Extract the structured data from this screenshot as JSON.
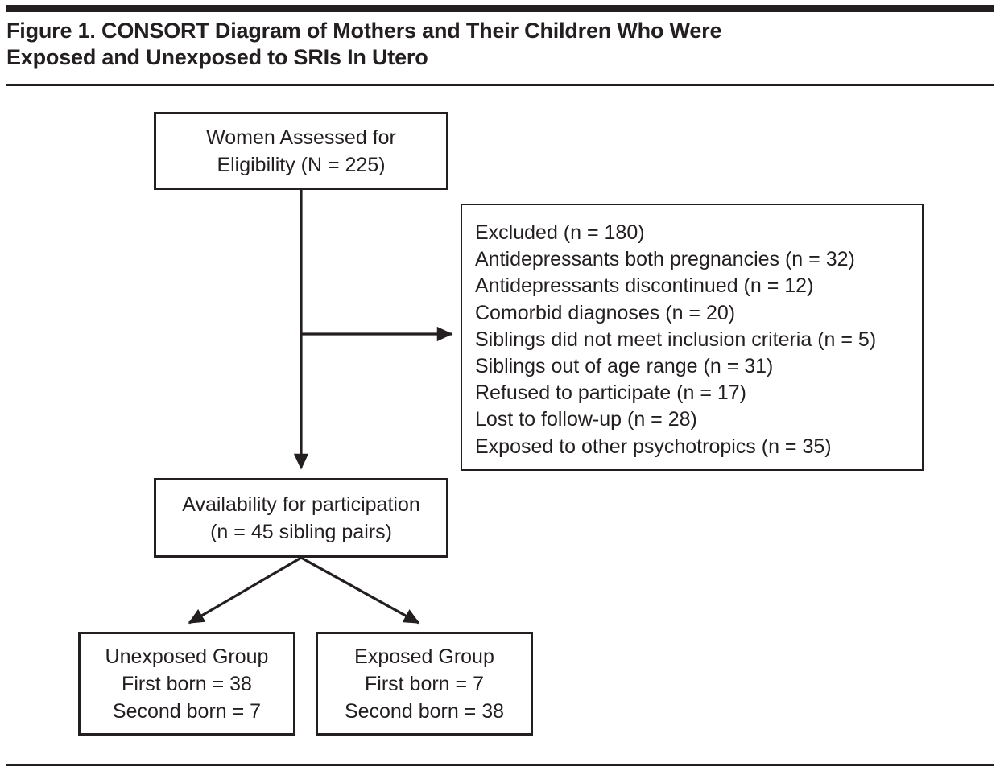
{
  "figure": {
    "title_lines": [
      "Figure 1. CONSORT Diagram of Mothers and Their Children Who Were",
      "Exposed and Unexposed to SRIs In Utero"
    ],
    "title_full": "Figure 1. CONSORT Diagram of Mothers and Their Children Who Were Exposed and Unexposed to SRIs In Utero",
    "colors": {
      "ink": "#231f20",
      "background": "#ffffff",
      "box_border": "#231f20",
      "connector": "#231f20"
    }
  },
  "diagram": {
    "type": "flowchart",
    "orientation": "top-down",
    "nodes": [
      {
        "id": "assessed",
        "label": "Women Assessed for Eligibility (N = 225)",
        "lines": [
          "Women Assessed for",
          "Eligibility (N = 225)"
        ],
        "count_label": "N = 225",
        "count": 225
      },
      {
        "id": "excluded",
        "label": "Excluded (n = 180)",
        "count_label": "n = 180",
        "count": 180,
        "lines": [
          "Excluded (n = 180)",
          "Antidepressants both pregnancies (n = 32)",
          "Antidepressants discontinued (n = 12)",
          "Comorbid diagnoses (n = 20)",
          "Siblings did not meet inclusion criteria (n = 5)",
          "Siblings out of age range (n = 31)",
          "Refused to participate (n = 17)",
          "Lost to follow-up (n = 28)",
          "Exposed to other psychotropics (n = 35)"
        ],
        "reasons": [
          {
            "reason": "Antidepressants both pregnancies",
            "n": 32
          },
          {
            "reason": "Antidepressants discontinued",
            "n": 12
          },
          {
            "reason": "Comorbid diagnoses",
            "n": 20
          },
          {
            "reason": "Siblings did not meet inclusion criteria",
            "n": 5
          },
          {
            "reason": "Siblings out of age range",
            "n": 31
          },
          {
            "reason": "Refused to participate",
            "n": 17
          },
          {
            "reason": "Lost to follow-up",
            "n": 28
          },
          {
            "reason": "Exposed to other psychotropics",
            "n": 35
          }
        ]
      },
      {
        "id": "availability",
        "label": "Availability for participation (n = 45 sibling pairs)",
        "lines": [
          "Availability for participation",
          "(n = 45 sibling pairs)"
        ],
        "count_label": "n = 45 sibling pairs",
        "count": 45
      },
      {
        "id": "unexposed",
        "label": "Unexposed Group",
        "lines": [
          "Unexposed Group",
          "First born = 38",
          "Second born = 7"
        ],
        "first_born": 38,
        "second_born": 7
      },
      {
        "id": "exposed",
        "label": "Exposed Group",
        "lines": [
          "Exposed Group",
          "First born = 7",
          "Second born = 38"
        ],
        "first_born": 7,
        "second_born": 38
      }
    ],
    "edges": [
      {
        "from": "assessed",
        "to": "excluded",
        "style": "elbow-right-arrow"
      },
      {
        "from": "assessed",
        "to": "availability",
        "style": "straight-down-arrow"
      },
      {
        "from": "availability",
        "to": "unexposed",
        "style": "diagonal-down-left-arrow"
      },
      {
        "from": "availability",
        "to": "exposed",
        "style": "diagonal-down-right-arrow"
      }
    ]
  }
}
